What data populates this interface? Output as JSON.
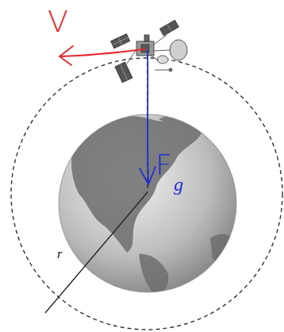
{
  "diagram": {
    "labels": [
      "V",
      "F",
      "g",
      "r"
    ]
  }
}
